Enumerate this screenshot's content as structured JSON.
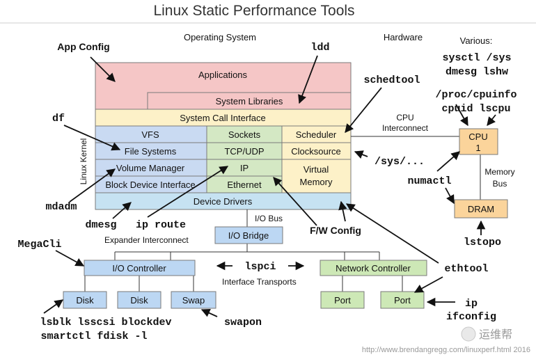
{
  "title": "Linux Static Performance Tools",
  "regions": {
    "operating_system": "Operating System",
    "hardware": "Hardware",
    "various": "Various:",
    "linux_kernel": "Linux Kernel"
  },
  "os_layers": {
    "applications": "Applications",
    "system_libraries": "System Libraries",
    "system_call_interface": "System Call Interface",
    "vfs": "VFS",
    "file_systems": "File Systems",
    "volume_manager": "Volume Manager",
    "block_device_interface": "Block Device Interface",
    "sockets": "Sockets",
    "tcp_udp": "TCP/UDP",
    "ip": "IP",
    "ethernet": "Ethernet",
    "scheduler": "Scheduler",
    "clocksource": "Clocksource",
    "virtual_memory": [
      "Virtual",
      "Memory"
    ],
    "device_drivers": "Device Drivers"
  },
  "hardware": {
    "cpu": [
      "CPU",
      "1"
    ],
    "dram": "DRAM",
    "io_bridge": "I/O Bridge",
    "io_controller": "I/O Controller",
    "network_controller": "Network Controller",
    "disk1": "Disk",
    "disk2": "Disk",
    "swap": "Swap",
    "port1": "Port",
    "port2": "Port"
  },
  "bus_labels": {
    "cpu_interconnect": [
      "CPU",
      "Interconnect"
    ],
    "memory_bus": [
      "Memory",
      "Bus"
    ],
    "io_bus": "I/O Bus",
    "expander_interconnect": "Expander Interconnect",
    "interface_transports": "Interface Transports"
  },
  "tools": {
    "app_config": "App Config",
    "ldd": "ldd",
    "various_1": "sysctl /sys",
    "various_2": "dmesg lshw",
    "schedtool": "schedtool",
    "proc_cpuinfo": "/proc/cpuinfo",
    "cpuid_lscpu": "cpuid lscpu",
    "df": "df",
    "sys": "/sys/...",
    "numactl": "numactl",
    "mdadm": "mdadm",
    "dmesg": "dmesg",
    "ip_route": "ip route",
    "fw_config": "F/W Config",
    "lstopo": "lstopo",
    "megacli": "MegaCli",
    "lspci": "lspci",
    "ethtool": "ethtool",
    "ip": "ip",
    "ifconfig": "ifconfig",
    "lsblk_line": "lsblk lsscsi blockdev",
    "smartctl_line": "smartctl fdisk -l",
    "swapon": "swapon"
  },
  "footer": {
    "watermark": "运维帮",
    "url": "http://www.brendangregg.com/linuxperf.html 2016"
  },
  "colors": {
    "applications": "#f5c6c6",
    "syscall": "#fdf1c8",
    "vfs_stack": "#c9daf2",
    "network_stack": "#d4e8c4",
    "kernel_misc": "#fdf1c8",
    "device_drivers": "#c6e2f2",
    "hw_blue": "#bcd7f3",
    "hw_green": "#cde8b6",
    "hw_orange": "#fbd49b"
  }
}
